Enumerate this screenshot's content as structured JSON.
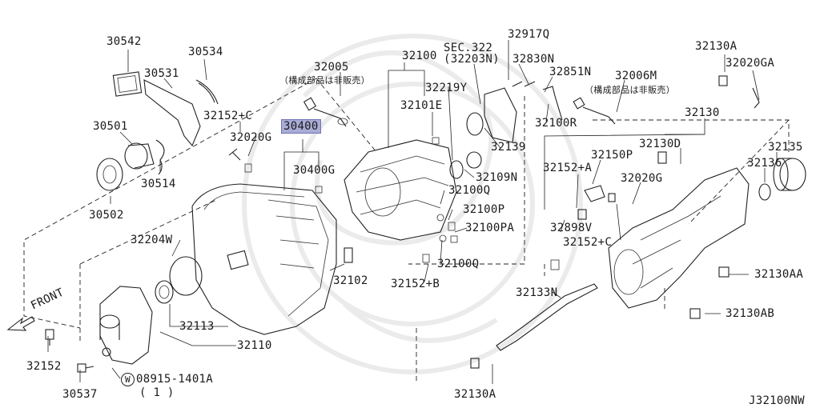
{
  "diagram_code": "J32100NW",
  "front_label": "FRONT",
  "note_not_sold": "（構成部品は非販売）",
  "washer_spec": {
    "symbol": "W",
    "part": "08915-1401A",
    "qty": "( 1 )"
  },
  "highlight_color": "#a9acd6",
  "parts": {
    "p30542": "30542",
    "p30534": "30534",
    "p30531": "30531",
    "p32005": "32005",
    "p32152c_top": "32152+C",
    "p30400": "30400",
    "p30501": "30501",
    "p32020g_left": "32020G",
    "p30400g": "30400G",
    "p30514": "30514",
    "p30502": "30502",
    "p32204w": "32204W",
    "p32102": "32102",
    "p32113": "32113",
    "p32110": "32110",
    "p32152_bl": "32152",
    "p30537": "30537",
    "p32100": "32100",
    "p_sec": "SEC.322",
    "p32203n": "(32203N)",
    "p32917q": "32917Q",
    "p32830n": "32830N",
    "p32851n": "32851N",
    "p32219y": "32219Y",
    "p32101e": "32101E",
    "p32139": "32139",
    "p32100r": "32100R",
    "p32109n": "32109N",
    "p32100q_a": "32100Q",
    "p32100p": "32100P",
    "p32100pa": "32100PA",
    "p32100q_b": "32100Q",
    "p32152b": "32152+B",
    "p32133n": "32133N",
    "p32130a_bottom": "32130A",
    "p32006m": "32006M",
    "p32130a_top": "32130A",
    "p32020ga": "32020GA",
    "p32130": "32130",
    "p32130d": "32130D",
    "p32135": "32135",
    "p32150p": "32150P",
    "p32152a": "32152+A",
    "p32020g_right": "32020G",
    "p32136": "32136",
    "p32898v": "32898V",
    "p32152c_right": "32152+C",
    "p32130aa": "32130AA",
    "p32130ab": "32130AB"
  }
}
